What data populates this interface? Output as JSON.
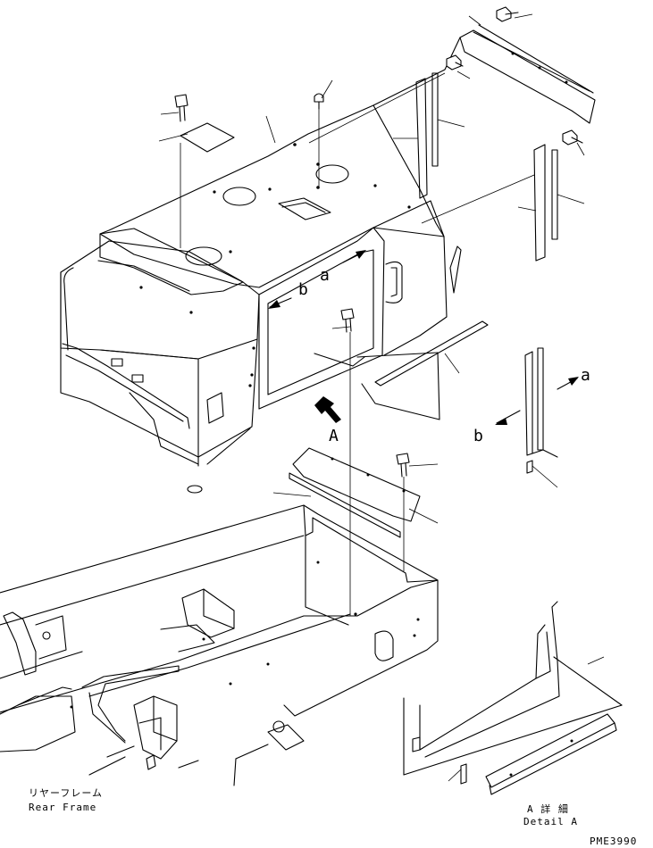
{
  "labels": {
    "view_a_upper": "a",
    "view_b_upper": "b",
    "view_a_right": "a",
    "view_b_right": "b",
    "arrow_a": "A",
    "rear_frame_jp": "リヤーフレーム",
    "rear_frame_en": "Rear Frame",
    "detail_jp": "A 詳 細",
    "detail_en": "Detail A",
    "drawing_code": "PME3990"
  }
}
